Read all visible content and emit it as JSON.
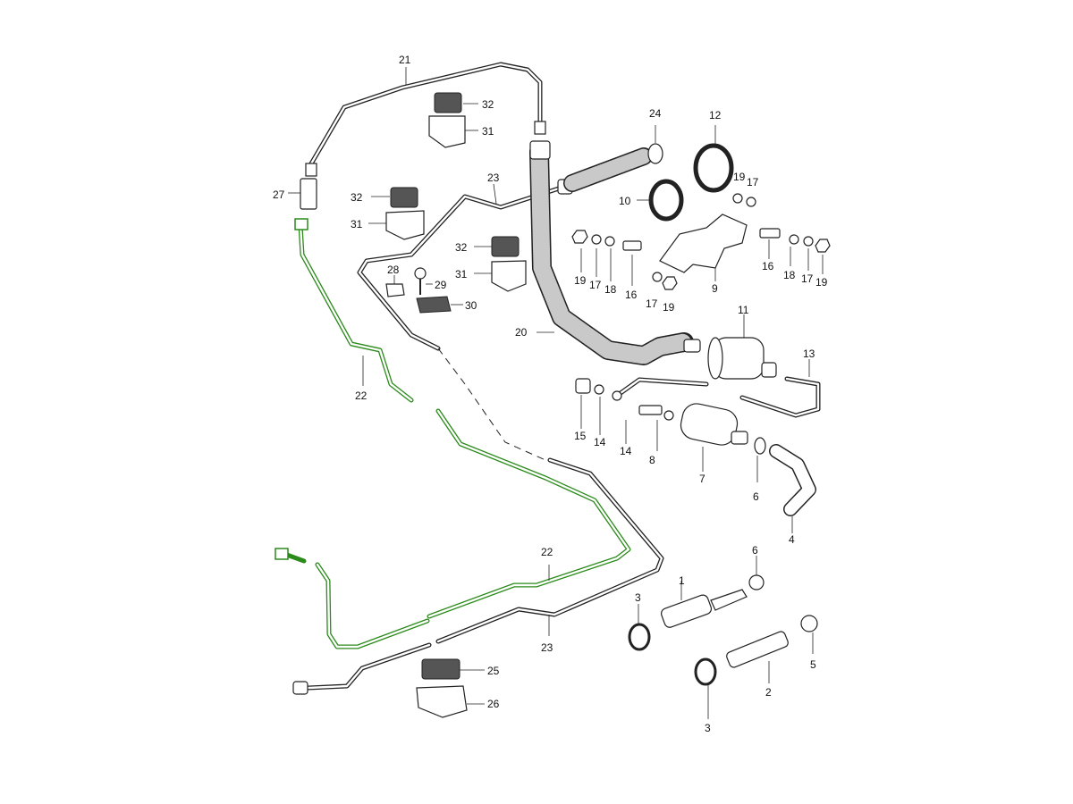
{
  "diagram": {
    "labels": {
      "p1": "1",
      "p2": "2",
      "p3a": "3",
      "p3b": "3",
      "p4": "4",
      "p5": "5",
      "p6a": "6",
      "p6b": "6",
      "p7": "7",
      "p8": "8",
      "p9": "9",
      "p10": "10",
      "p11": "11",
      "p12": "12",
      "p13": "13",
      "p14a": "14",
      "p14b": "14",
      "p15": "15",
      "p16a": "16",
      "p16b": "16",
      "p17a": "17",
      "p17b": "17",
      "p17c": "17",
      "p17d": "17",
      "p18a": "18",
      "p18b": "18",
      "p19a": "19",
      "p19b": "19",
      "p19c": "19",
      "p19d": "19",
      "p20": "20",
      "p21": "21",
      "p22a": "22",
      "p22b": "22",
      "p23a": "23",
      "p23b": "23",
      "p24": "24",
      "p25": "25",
      "p26": "26",
      "p27": "27",
      "p28": "28",
      "p29": "29",
      "p30": "30",
      "p31a": "31",
      "p31b": "31",
      "p31c": "31",
      "p32a": "32",
      "p32b": "32",
      "p32c": "32"
    },
    "colors": {
      "line": "#222222",
      "highlight": "#2a8a1a",
      "background": "#ffffff"
    }
  }
}
